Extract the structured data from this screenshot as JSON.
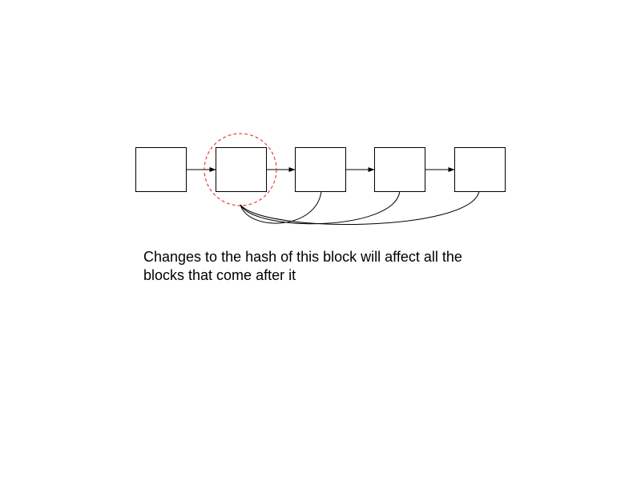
{
  "diagram": {
    "blocks": [
      {
        "id": "block-1"
      },
      {
        "id": "block-2",
        "highlighted": true
      },
      {
        "id": "block-3"
      },
      {
        "id": "block-4"
      },
      {
        "id": "block-5"
      }
    ],
    "highlight_color": "#e8423a",
    "line_color": "#000000",
    "caption": {
      "line1": "Changes to the hash of this block will affect all the",
      "line2": "blocks that come after it"
    }
  }
}
